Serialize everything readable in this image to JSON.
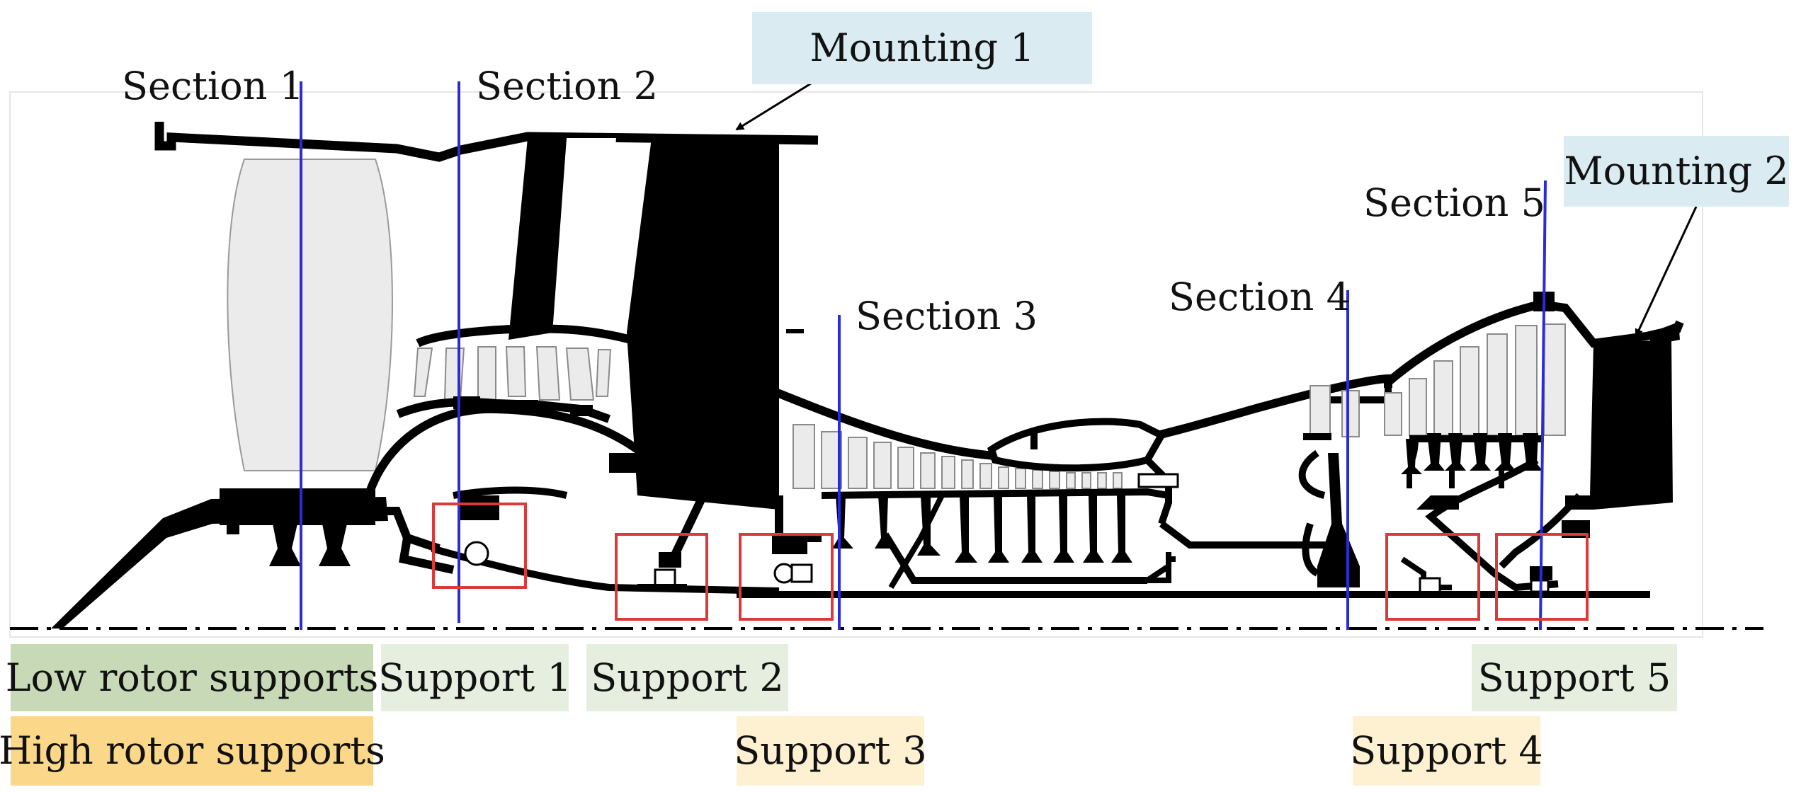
{
  "sections": [
    "Section 1",
    "Section 2",
    "Section 3",
    "Section 4",
    "Section 5"
  ],
  "mountings": [
    "Mounting 1",
    "Mounting 2"
  ],
  "supports": [
    "Support 1",
    "Support 2",
    "Support 3",
    "Support 4",
    "Support 5"
  ],
  "legend": {
    "low": "Low rotor supports",
    "high": "High rotor supports"
  },
  "colors": {
    "section_line": "#2b2bd8",
    "support_box": "#d93a3a",
    "mounting_fill": "#daebf1",
    "low_rotor_key": "#c7d9b6",
    "low_rotor_label": "#e6efdf",
    "high_rotor_key": "#fbd889",
    "high_rotor_label": "#fdf1d2",
    "structure": "#000000",
    "blade_fill": "#ebebeb"
  }
}
